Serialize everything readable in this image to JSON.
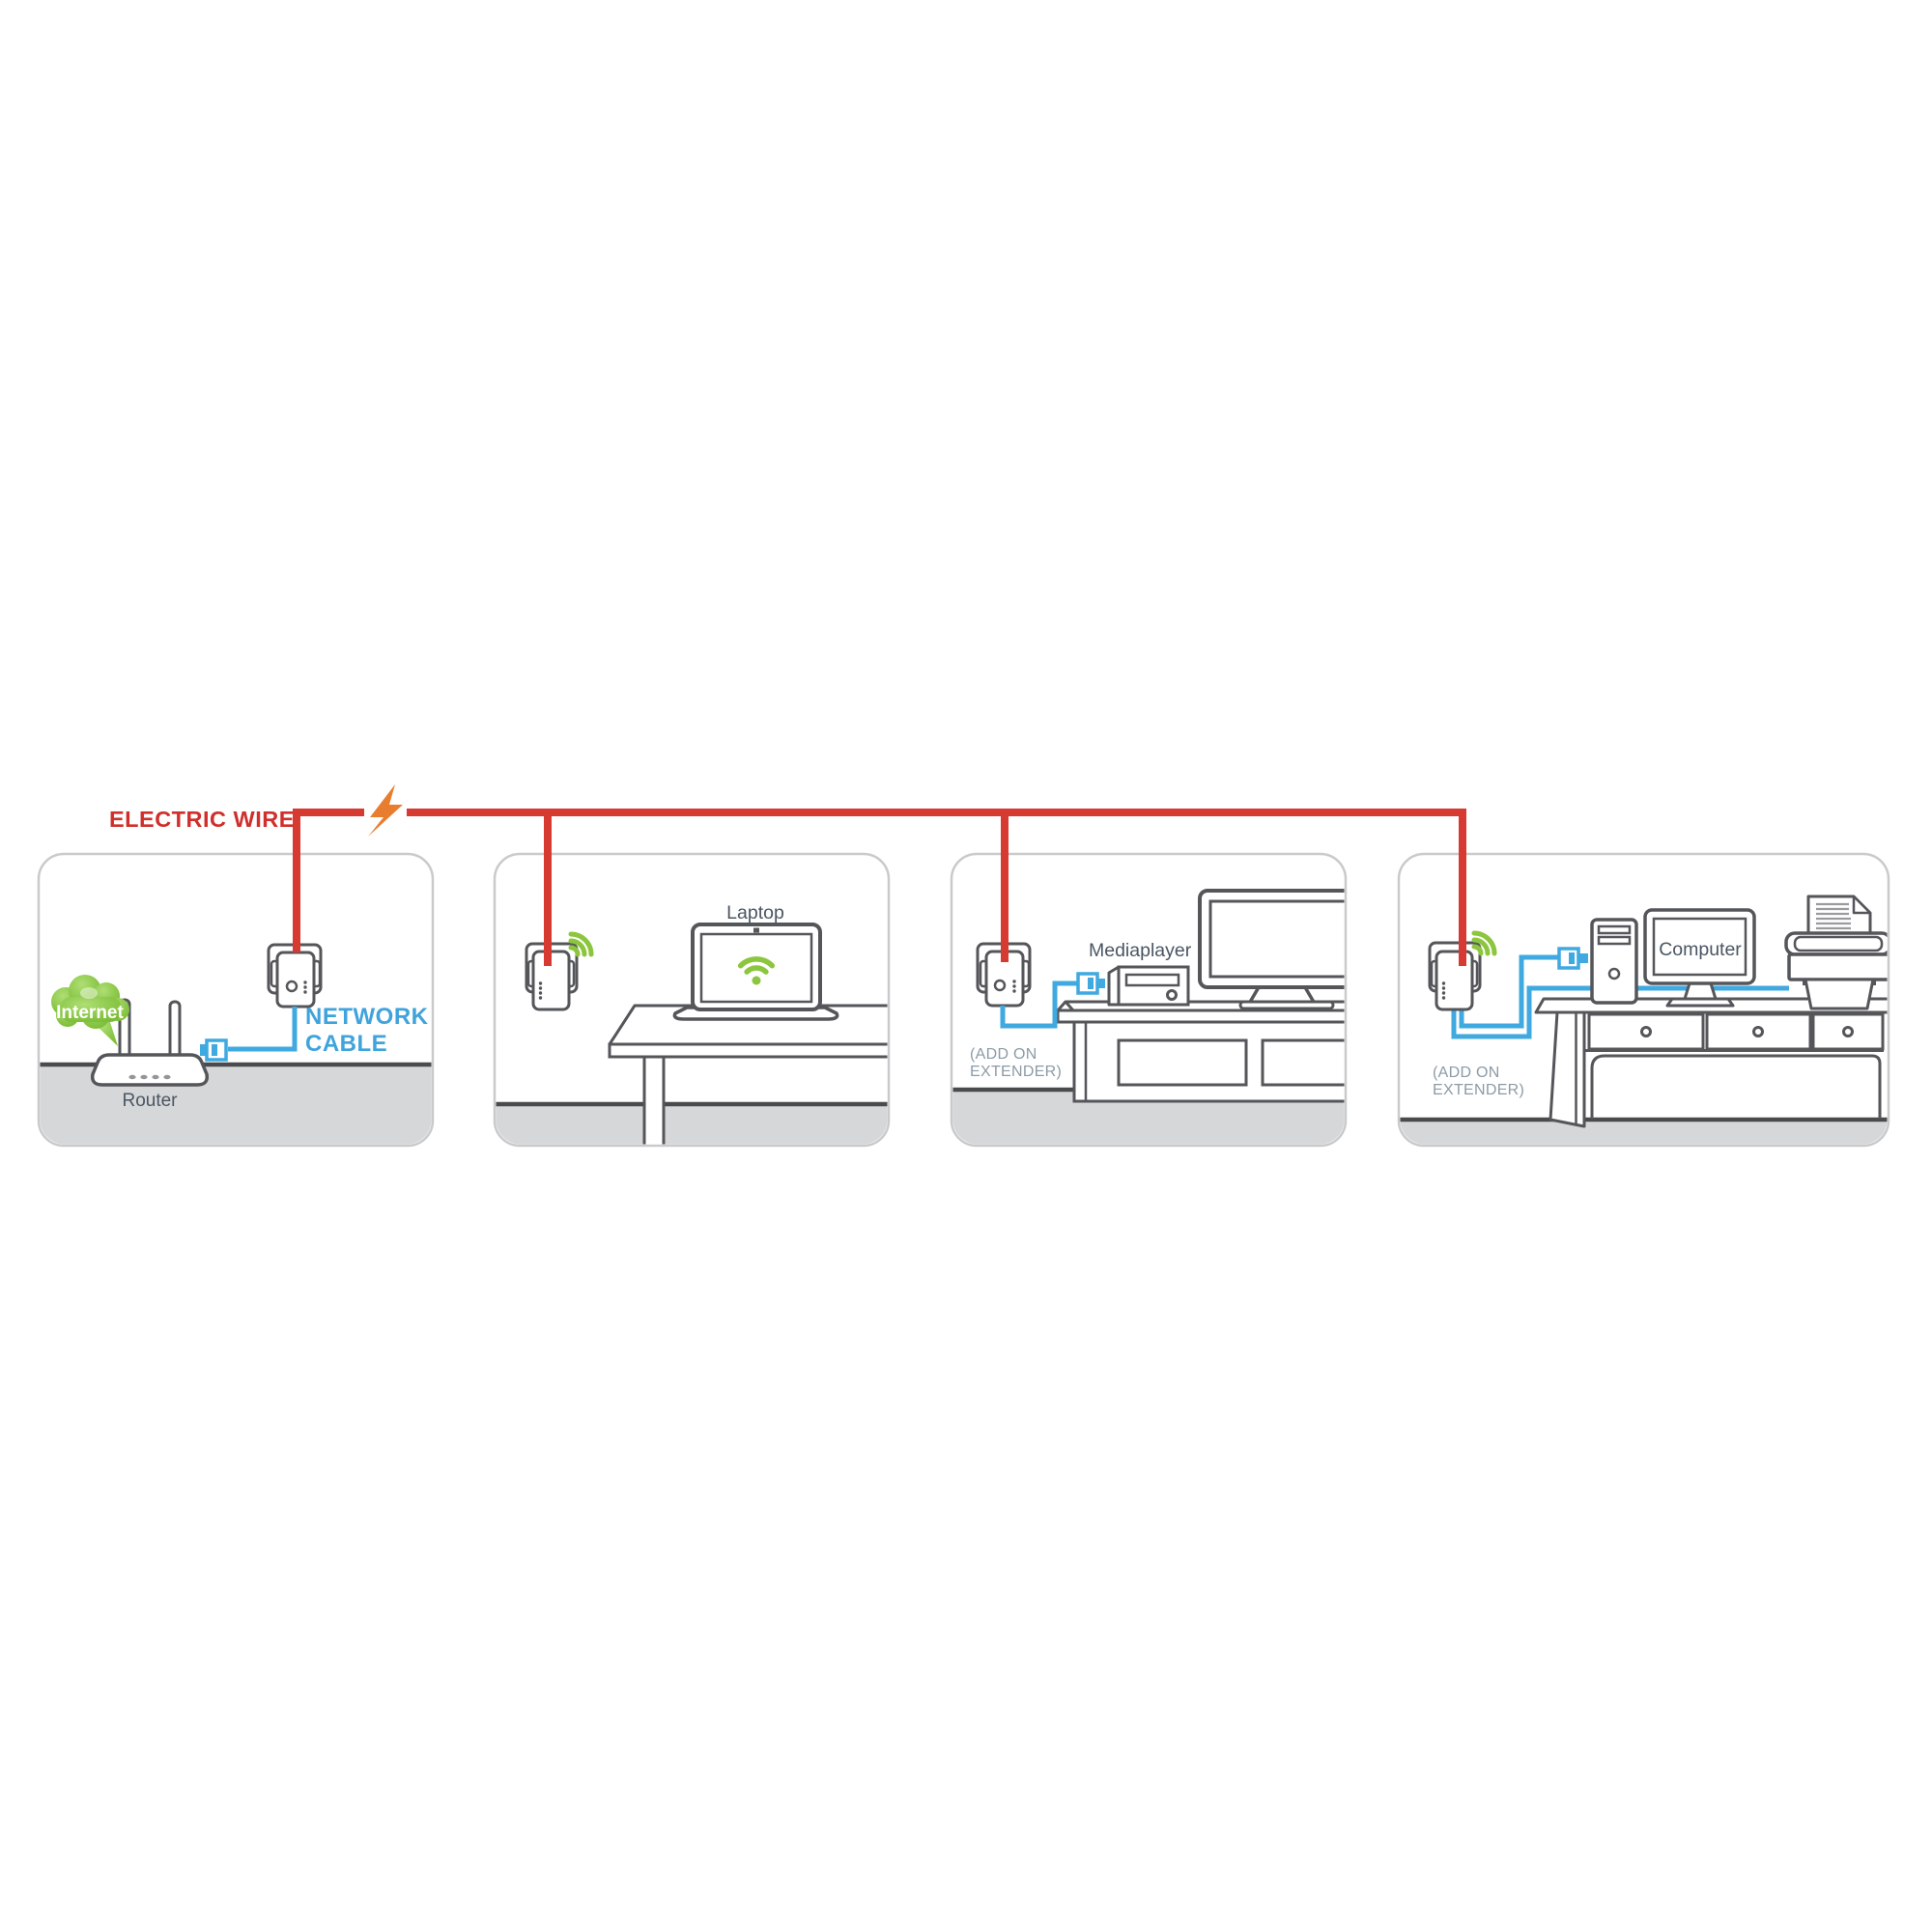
{
  "labels": {
    "electric_wire": "ELECTRIC WIRE",
    "network_cable_line1": "NETWORK",
    "network_cable_line2": "CABLE",
    "internet": "Internet",
    "router": "Router",
    "laptop": "Laptop",
    "mediaplayer": "Mediaplayer",
    "computer": "Computer",
    "add_on_line1": "(ADD ON",
    "add_on_line2": "EXTENDER)"
  },
  "colors": {
    "wire_red": "#d63a31",
    "label_red": "#d02f2b",
    "bolt_orange": "#e87d2f",
    "cable_blue": "#3fa9e0",
    "label_blue": "#3fa3dc",
    "wifi_green": "#8cc63e",
    "cloud_green_light": "#a9dc71",
    "cloud_green_dark": "#7cbe37",
    "outline_dark": "#54565a",
    "floor_gray": "#d6d7d9",
    "floor_line": "#4a4b4d",
    "panel_border": "#c9cacc",
    "device_label": "#4a5663",
    "extender_note": "#8c9ba6"
  }
}
